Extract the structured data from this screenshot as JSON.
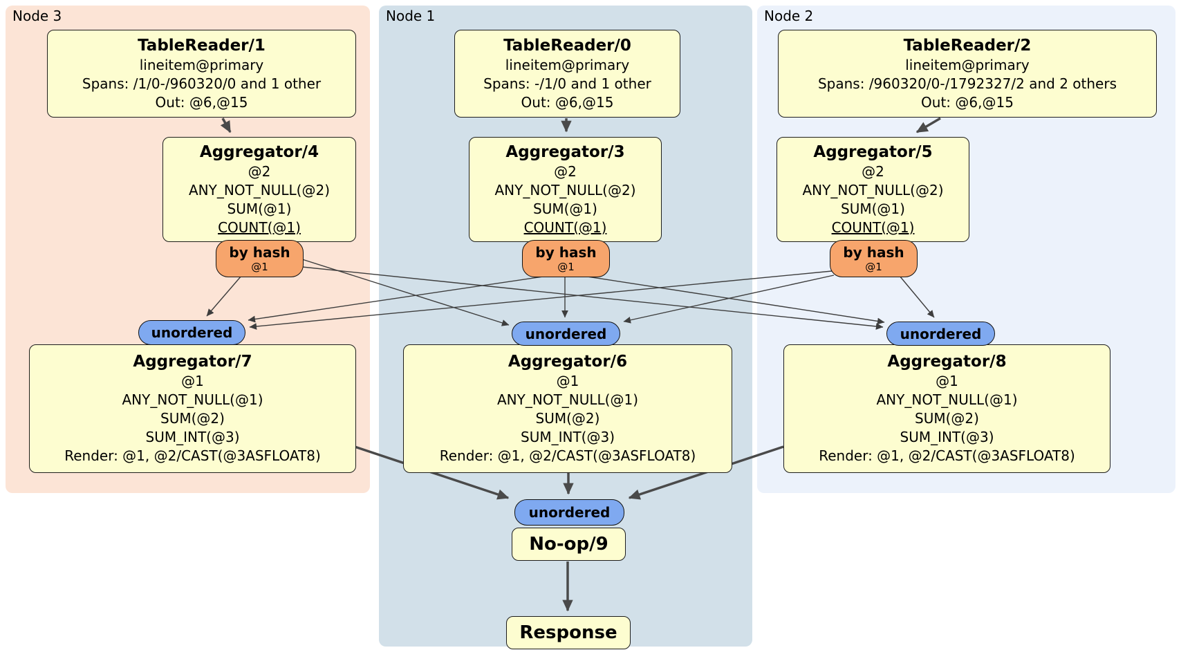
{
  "diagram": {
    "nodes": [
      {
        "label": "Node 3",
        "table_reader": {
          "title": "TableReader/1",
          "lines": [
            "lineitem@primary",
            "Spans: /1/0-/960320/0 and 1 other",
            "Out: @6,@15"
          ]
        },
        "pre_agg": {
          "title": "Aggregator/4",
          "lines": [
            "@2",
            "ANY_NOT_NULL(@2)",
            "SUM(@1)",
            "COUNT(@1)"
          ]
        },
        "router": {
          "label": "by hash",
          "detail": "@1"
        },
        "stream": {
          "label": "unordered"
        },
        "final_agg": {
          "title": "Aggregator/7",
          "lines": [
            "@1",
            "ANY_NOT_NULL(@1)",
            "SUM(@2)",
            "SUM_INT(@3)",
            "Render: @1, @2/CAST(@3ASFLOAT8)"
          ]
        }
      },
      {
        "label": "Node 1",
        "table_reader": {
          "title": "TableReader/0",
          "lines": [
            "lineitem@primary",
            "Spans: -/1/0 and 1 other",
            "Out: @6,@15"
          ]
        },
        "pre_agg": {
          "title": "Aggregator/3",
          "lines": [
            "@2",
            "ANY_NOT_NULL(@2)",
            "SUM(@1)",
            "COUNT(@1)"
          ]
        },
        "router": {
          "label": "by hash",
          "detail": "@1"
        },
        "stream": {
          "label": "unordered"
        },
        "final_agg": {
          "title": "Aggregator/6",
          "lines": [
            "@1",
            "ANY_NOT_NULL(@1)",
            "SUM(@2)",
            "SUM_INT(@3)",
            "Render: @1, @2/CAST(@3ASFLOAT8)"
          ]
        }
      },
      {
        "label": "Node 2",
        "table_reader": {
          "title": "TableReader/2",
          "lines": [
            "lineitem@primary",
            "Spans: /960320/0-/1792327/2 and 2 others",
            "Out: @6,@15"
          ]
        },
        "pre_agg": {
          "title": "Aggregator/5",
          "lines": [
            "@2",
            "ANY_NOT_NULL(@2)",
            "SUM(@1)",
            "COUNT(@1)"
          ]
        },
        "router": {
          "label": "by hash",
          "detail": "@1"
        },
        "stream": {
          "label": "unordered"
        },
        "final_agg": {
          "title": "Aggregator/8",
          "lines": [
            "@1",
            "ANY_NOT_NULL(@1)",
            "SUM(@2)",
            "SUM_INT(@3)",
            "Render: @1, @2/CAST(@3ASFLOAT8)"
          ]
        }
      }
    ],
    "sink": {
      "stream": {
        "label": "unordered"
      },
      "noop": {
        "title": "No-op/9"
      },
      "response": {
        "title": "Response"
      }
    },
    "colors": {
      "node3_panel": "#fce4d6",
      "node1_panel": "#d2e0e9",
      "node2_panel": "#ecf2fb",
      "processor_fill": "#fdfdd0",
      "router_fill": "#f7a56c",
      "stream_fill": "#7fa9f0",
      "edge": "#4a4a4a"
    }
  }
}
